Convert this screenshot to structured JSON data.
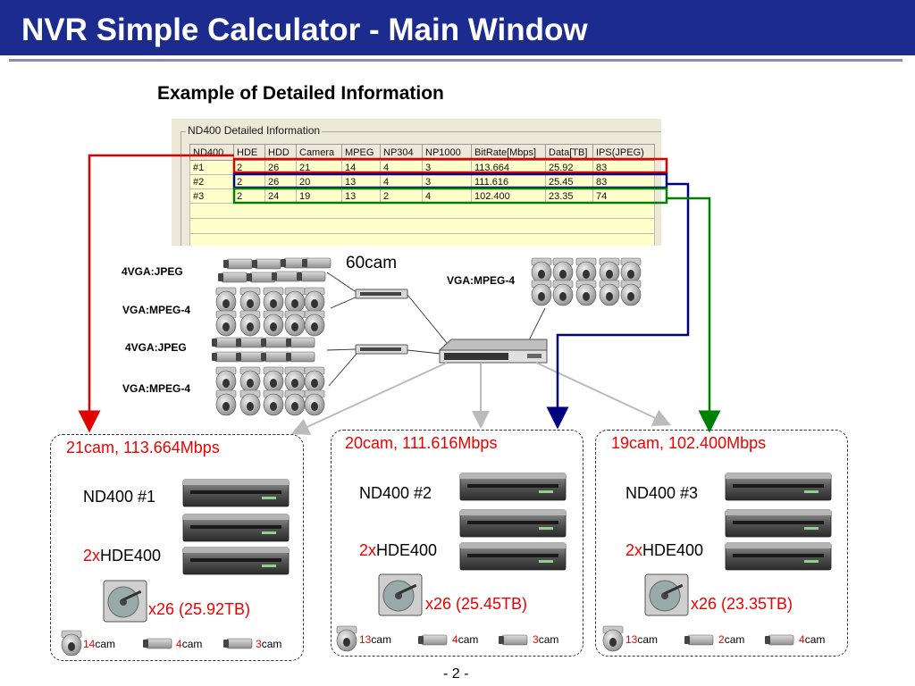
{
  "header": {
    "title": "NVR Simple Calculator - Main Window"
  },
  "subtitle": "Example of Detailed Information",
  "table": {
    "group_label": "ND400 Detailed Information",
    "columns": [
      "ND400",
      "HDE",
      "HDD",
      "Camera",
      "MPEG",
      "NP304",
      "NP1000",
      "BitRate[Mbps]",
      "Data[TB]",
      "IPS(JPEG)"
    ],
    "rows": [
      [
        "#1",
        "2",
        "26",
        "21",
        "14",
        "4",
        "3",
        "113.664",
        "25.92",
        "83"
      ],
      [
        "#2",
        "2",
        "26",
        "20",
        "13",
        "4",
        "3",
        "111.616",
        "25.45",
        "83"
      ],
      [
        "#3",
        "2",
        "24",
        "19",
        "13",
        "2",
        "4",
        "102.400",
        "23.35",
        "74"
      ]
    ]
  },
  "cameras": {
    "total_label": "60cam",
    "group1_jpeg": "4VGA:JPEG",
    "group1_mpeg": "VGA:MPEG-4",
    "group2_jpeg": "4VGA:JPEG",
    "group2_mpeg": "VGA:MPEG-4",
    "right_mpeg": "VGA:MPEG-4"
  },
  "units": [
    {
      "header": "21cam, 113.664Mbps",
      "name": "ND400 #1",
      "hde_mult": "2x",
      "hde_model": "HDE400",
      "hdd": "x26 (25.92TB)",
      "counts": [
        {
          "n": "14",
          "label": "cam"
        },
        {
          "n": "4",
          "label": "cam"
        },
        {
          "n": "3",
          "label": "cam"
        }
      ]
    },
    {
      "header": "20cam, 111.616Mbps",
      "name": "ND400 #2",
      "hde_mult": "2x",
      "hde_model": "HDE400",
      "hdd": "x26 (25.45TB)",
      "counts": [
        {
          "n": "13",
          "label": "cam"
        },
        {
          "n": "4",
          "label": "cam"
        },
        {
          "n": "3",
          "label": "cam"
        }
      ]
    },
    {
      "header": "19cam, 102.400Mbps",
      "name": "ND400 #3",
      "hde_mult": "2x",
      "hde_model": "HDE400",
      "hdd": "x26 (23.35TB)",
      "counts": [
        {
          "n": "13",
          "label": "cam"
        },
        {
          "n": "2",
          "label": "cam"
        },
        {
          "n": "4",
          "label": "cam"
        }
      ]
    }
  ],
  "footer": {
    "page": "- 2 -"
  },
  "colors": {
    "title_bg": "#1c2b8e",
    "row1": "#e00000",
    "row2": "#000080",
    "row3": "#008000"
  }
}
